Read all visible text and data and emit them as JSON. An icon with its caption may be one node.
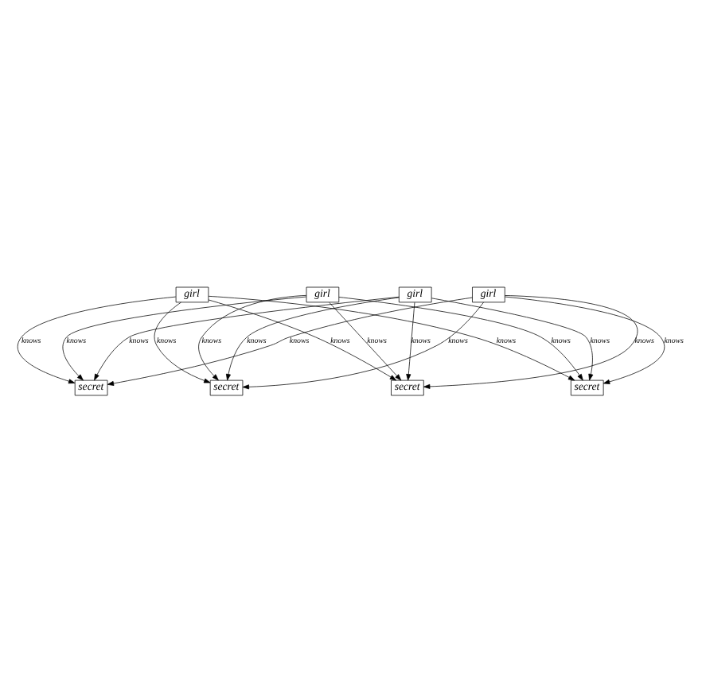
{
  "diagram": {
    "nodes": [
      {
        "text": [
          "girl"
        ]
      },
      {
        "text": [
          "secret"
        ]
      },
      {
        "text": [
          "secret"
        ]
      },
      {
        "text": [
          "girl"
        ]
      },
      {
        "text": [
          "girl"
        ]
      },
      {
        "text": [
          "secret"
        ]
      },
      {
        "text": [
          "secret"
        ]
      },
      {
        "text": [
          "girl"
        ]
      }
    ],
    "edges": [
      {
        "from": 0,
        "to": 1,
        "arrow": "to",
        "label": "knows"
      },
      {
        "from": 0,
        "to": 2,
        "arrow": "to",
        "label": "knows"
      },
      {
        "from": 0,
        "to": 5,
        "arrow": "to",
        "label": "knows"
      },
      {
        "from": 0,
        "to": 6,
        "arrow": "to",
        "label": "knows"
      },
      {
        "from": 3,
        "to": 1,
        "arrow": "to",
        "label": "knows"
      },
      {
        "from": 3,
        "to": 2,
        "arrow": "to",
        "label": "knows"
      },
      {
        "from": 3,
        "to": 5,
        "arrow": "to",
        "label": "knows"
      },
      {
        "from": 3,
        "to": 6,
        "arrow": "to",
        "label": "knows"
      },
      {
        "from": 4,
        "to": 1,
        "arrow": "to",
        "label": "knows"
      },
      {
        "from": 4,
        "to": 2,
        "arrow": "to",
        "label": "knows"
      },
      {
        "from": 4,
        "to": 5,
        "arrow": "to",
        "label": "knows"
      },
      {
        "from": 4,
        "to": 6,
        "arrow": "to",
        "label": "knows"
      },
      {
        "from": 7,
        "to": 1,
        "arrow": "to",
        "label": "knows"
      },
      {
        "from": 7,
        "to": 2,
        "arrow": "to",
        "label": "knows"
      },
      {
        "from": 7,
        "to": 5,
        "arrow": "to",
        "label": "knows"
      },
      {
        "from": 7,
        "to": 6,
        "arrow": "to",
        "label": "knows"
      }
    ]
  }
}
